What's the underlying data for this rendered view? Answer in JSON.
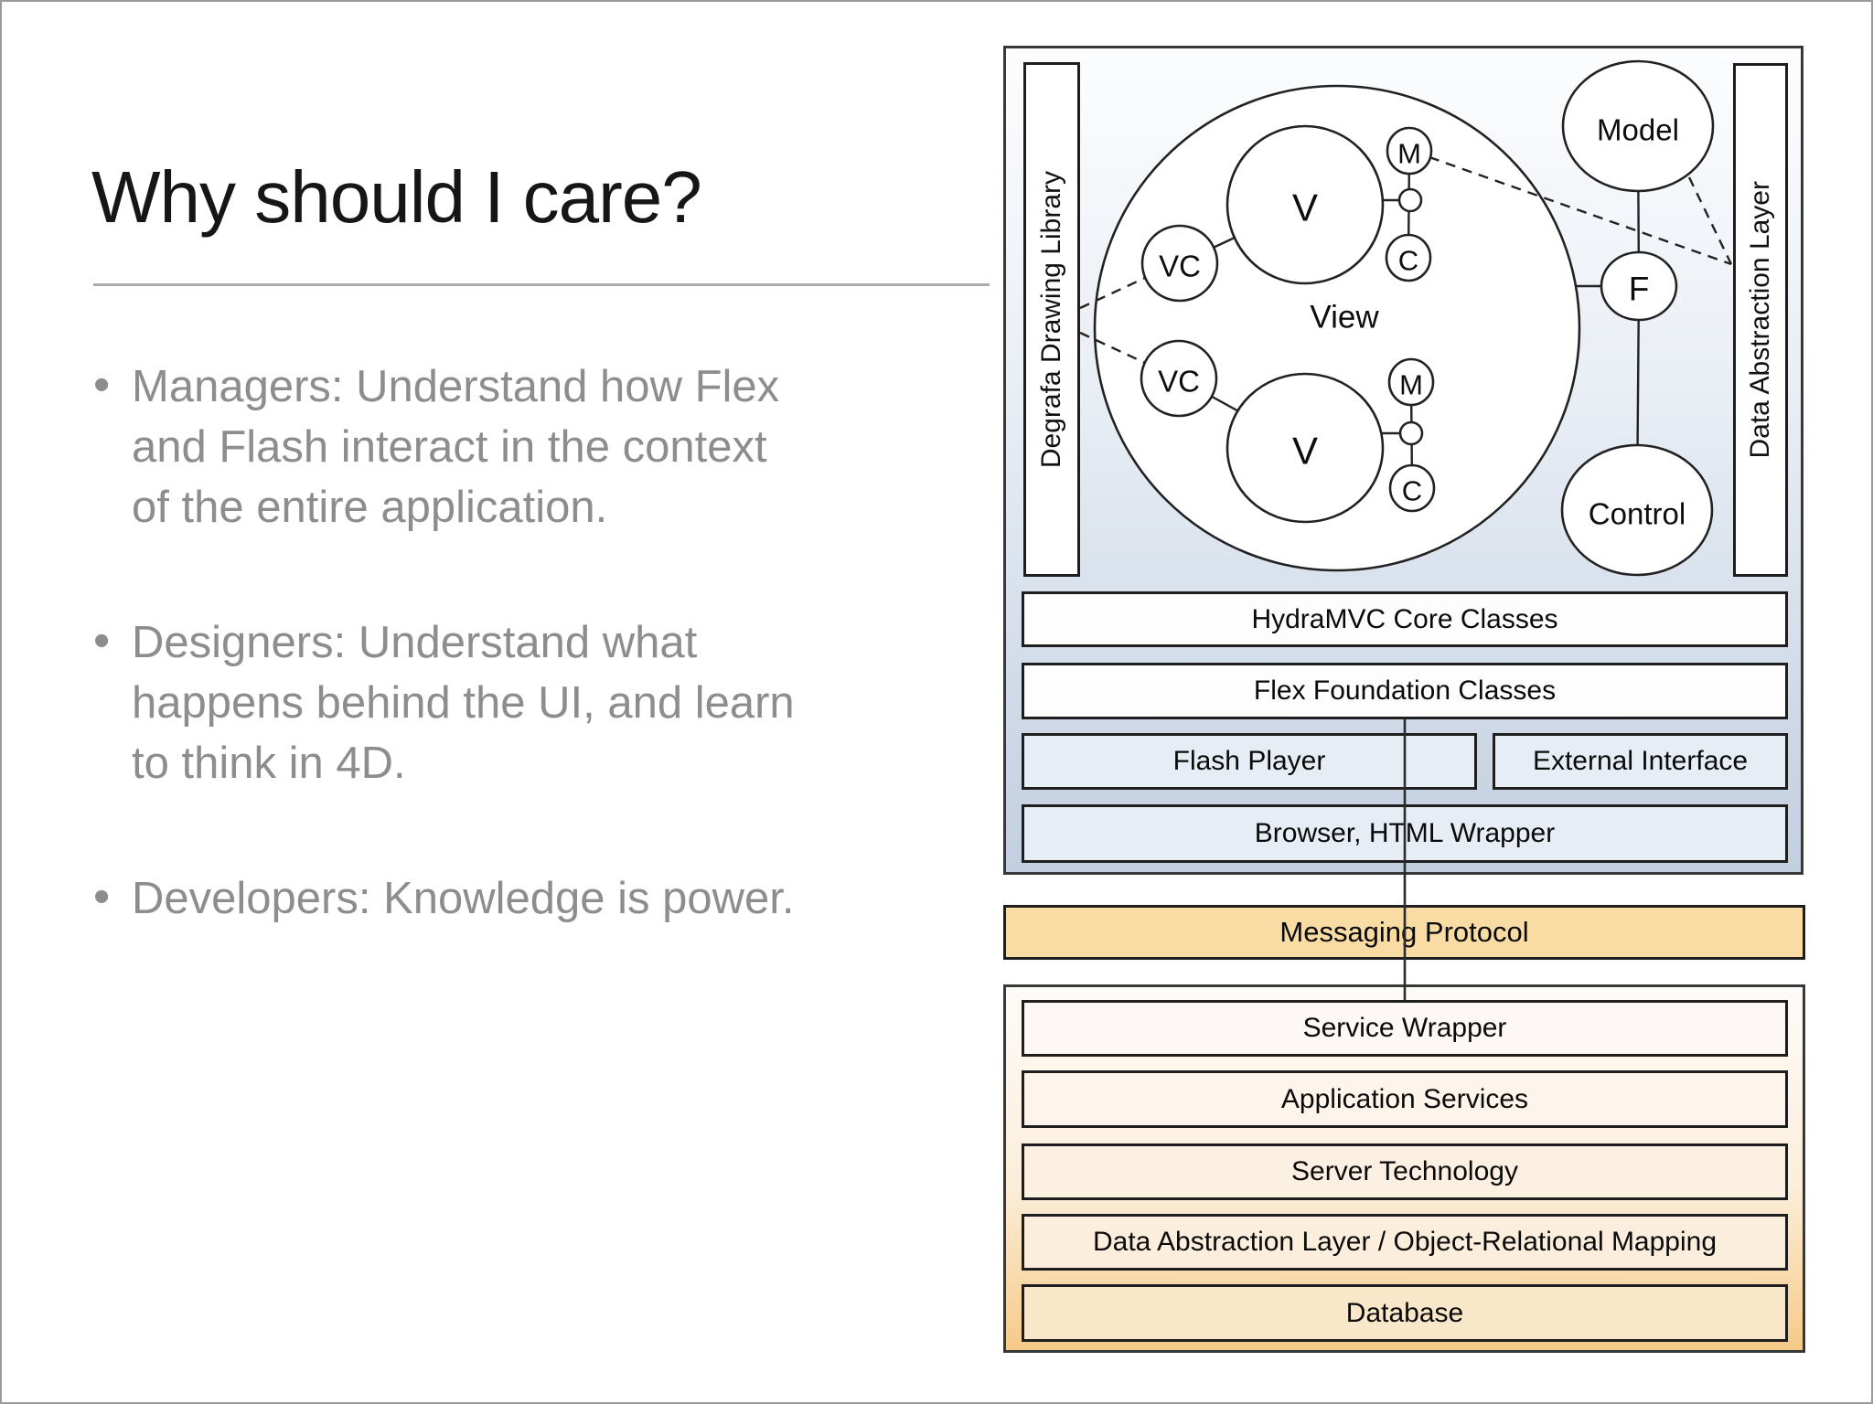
{
  "slide": {
    "title": "Why should I care?"
  },
  "bullet_glyph": "•",
  "bullets": [
    {
      "lines": [
        "Managers: Understand how Flex",
        "and Flash interact in the context",
        "of the entire application."
      ]
    },
    {
      "lines": [
        "Designers: Understand what",
        "happens behind the UI, and learn",
        "to think in 4D."
      ]
    },
    {
      "lines": [
        "Developers: Knowledge is power."
      ]
    }
  ],
  "diagram": {
    "left_bar_label": "Degrafa Drawing Library",
    "right_bar_label": "Data Abstraction Layer",
    "view_label": "View",
    "v1_label": "V",
    "v2_label": "V",
    "vc1_label": "VC",
    "vc2_label": "VC",
    "m1_label": "M",
    "c1_label": "C",
    "m2_label": "M",
    "c2_label": "C",
    "model_label": "Model",
    "f_label": "F",
    "control_label": "Control",
    "hydra_label": "HydraMVC Core Classes",
    "flex_label": "Flex Foundation Classes",
    "flash_label": "Flash Player",
    "external_label": "External Interface",
    "browser_label": "Browser, HTML Wrapper",
    "messaging_label": "Messaging Protocol",
    "bottom_layers": [
      "Service Wrapper",
      "Application Services",
      "Server Technology",
      "Data Abstraction Layer / Object-Relational Mapping",
      "Database"
    ]
  },
  "colors": {
    "containerA-top": "#fcfdfe",
    "containerA-bottom": "#c2cfe0",
    "box-white": "#fdfdfe",
    "box-blue": "#e7edf4",
    "messaging-fill": "#f8dca4",
    "containerB-top": "#fdfbf9",
    "containerB-bottom": "#f6ca88",
    "sw-fill": "#fdf7f5",
    "as-fill": "#fdf4ec",
    "st-fill": "#fcf0e2",
    "dalorm-fill": "#fbeedd",
    "db-fill": "#f9e7c9",
    "bullet-gray": "#8d8d8d",
    "rule-gray": "#ababab"
  }
}
